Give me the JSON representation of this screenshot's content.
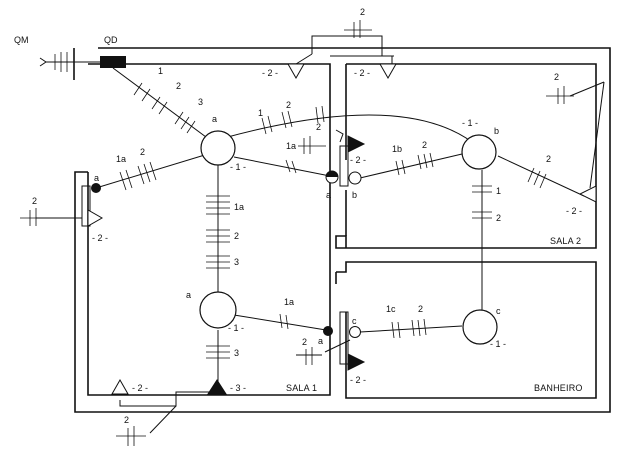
{
  "diagram": {
    "meter": {
      "label": "QM"
    },
    "panel": {
      "label": "QD"
    },
    "rooms": [
      {
        "id": "sala1",
        "label": "SALA 1"
      },
      {
        "id": "sala2",
        "label": "SALA 2"
      },
      {
        "id": "banheiro",
        "label": "BANHEIRO"
      }
    ],
    "conductor_counts": {
      "c_top_outlet": "2",
      "c_qd_1": "1",
      "c_qd_2": "2",
      "c_qd_3": "3",
      "c_arc_1": "1",
      "c_arc_2": "2",
      "c_arc_3": "2",
      "c_sw_1a": "1a",
      "c_la_1a": "1a",
      "c_la_2": "2",
      "c_lb_1b": "1b",
      "c_lb_2": "2",
      "c_lb_right_2": "2",
      "c_bc_1": "1",
      "c_bc_2": "2",
      "c_right_outlet": "2",
      "c_left_outlet": "2",
      "c_vert_1a": "1a",
      "c_vert_2": "2",
      "c_vert_3": "3",
      "c_low_1a": "1a",
      "c_low_3": "3",
      "c_sw3_2": "2",
      "c_lc_1c": "1c",
      "c_lc_2": "2",
      "c_bottom_2": "2"
    },
    "luminaires": [
      {
        "id": "lamp_a_top",
        "switch_letter": "a",
        "circuit": "- 1 -"
      },
      {
        "id": "lamp_b",
        "switch_letter": "b",
        "circuit": "- 1 -"
      },
      {
        "id": "lamp_a_low",
        "switch_letter": "a",
        "circuit": "- 1 -"
      },
      {
        "id": "lamp_c",
        "switch_letter": "c",
        "circuit": "- 1 -"
      }
    ],
    "switch_letters": {
      "sw_left": "a",
      "sw_mid_a": "a",
      "sw_mid_b": "b",
      "sw_low_a": "a",
      "sw_low_c": "c"
    },
    "outlet_circuits": {
      "o_top_wall": "- 2 -",
      "o_sala2_top": "- 2 -",
      "o_mid_wall": "- 2 -",
      "o_right": "- 2 -",
      "o_left": "- 2 -",
      "o_low_wall": "- 2 -",
      "o_bottom_left": "- 2 -",
      "o_bottom_right": "- 3 -"
    }
  }
}
